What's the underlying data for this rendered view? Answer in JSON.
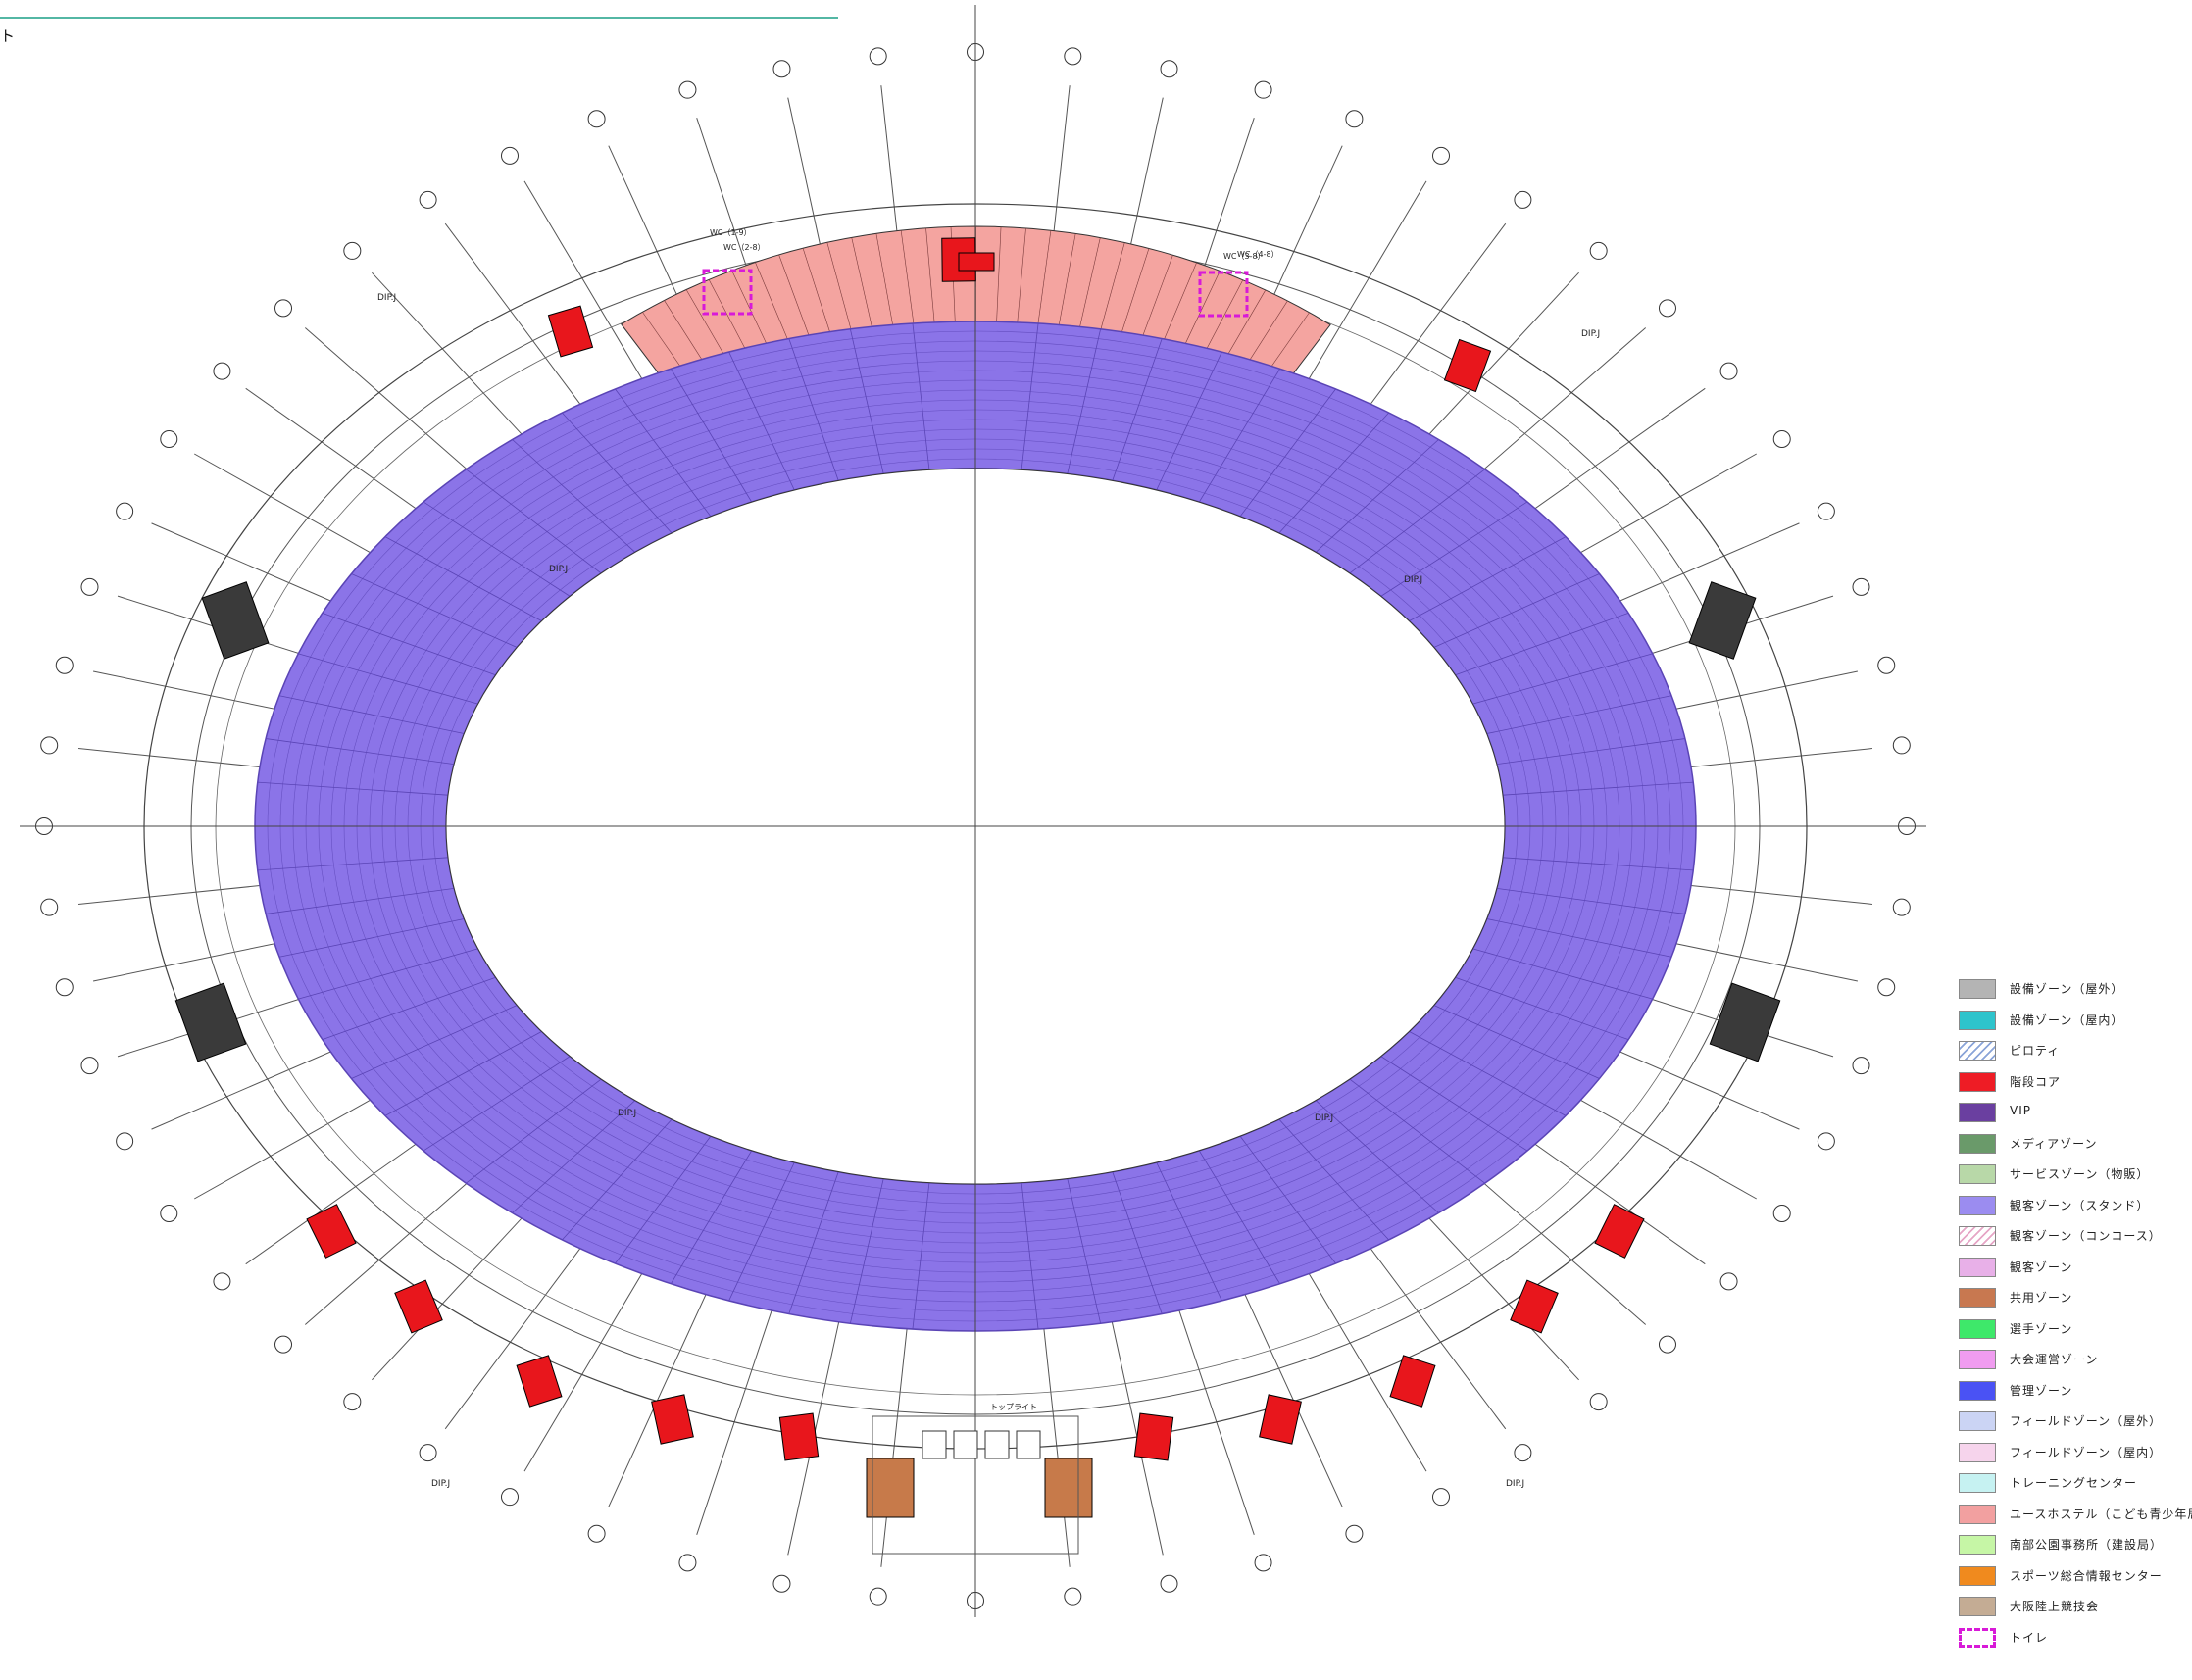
{
  "header": {
    "title_fragment": "ト"
  },
  "plan": {
    "dip_label": "DIP.J",
    "top_labels": [
      "WC（1-9）",
      "WC（2-8）",
      "WC（3-8）",
      "WC（4-8）",
      "トップライト"
    ],
    "colors": {
      "stand": "#8b74e8",
      "stand_line": "#5a44b5",
      "hostel": "#f4a4a0",
      "core": "#e8161c",
      "equipment": "#3a3a3a",
      "common": "#c77a4a",
      "toilet": "#d81ad8",
      "grid": "#555555"
    }
  },
  "legend": {
    "items": [
      {
        "label": "設備ゾーン（屋外）",
        "color": "#b4b4b4",
        "pattern": "solid"
      },
      {
        "label": "設備ゾーン（屋内）",
        "color": "#2ec4cc",
        "pattern": "solid"
      },
      {
        "label": "ピロティ",
        "color": "#8aa4d8",
        "pattern": "hatch-blue"
      },
      {
        "label": "階段コア",
        "color": "#ee1c25",
        "pattern": "solid"
      },
      {
        "label": "VIP",
        "color": "#6a3fa0",
        "pattern": "solid"
      },
      {
        "label": "メディアゾーン",
        "color": "#6a9a6a",
        "pattern": "solid"
      },
      {
        "label": "サービスゾーン（物販）",
        "color": "#b8d8a8",
        "pattern": "solid"
      },
      {
        "label": "観客ゾーン（スタンド）",
        "color": "#9b8cf0",
        "pattern": "solid"
      },
      {
        "label": "観客ゾーン（コンコース）",
        "color": "#e6a6c6",
        "pattern": "hatch-pink"
      },
      {
        "label": "観客ゾーン",
        "color": "#e8b0e8",
        "pattern": "solid"
      },
      {
        "label": "共用ゾーン",
        "color": "#c87850",
        "pattern": "solid"
      },
      {
        "label": "選手ゾーン",
        "color": "#3ee86a",
        "pattern": "solid"
      },
      {
        "label": "大会運営ゾーン",
        "color": "#f09cf0",
        "pattern": "solid"
      },
      {
        "label": "管理ゾーン",
        "color": "#4a52f4",
        "pattern": "solid"
      },
      {
        "label": "フィールドゾーン（屋外）",
        "color": "#cbd4f4",
        "pattern": "solid"
      },
      {
        "label": "フィールドゾーン（屋内）",
        "color": "#f6d4ec",
        "pattern": "solid"
      },
      {
        "label": "トレーニングセンター",
        "color": "#c6f2f2",
        "pattern": "solid"
      },
      {
        "label": "ユースホステル（こども青少年局）",
        "color": "#f2a0a0",
        "pattern": "solid"
      },
      {
        "label": "南部公園事務所（建設局）",
        "color": "#c6f6a6",
        "pattern": "solid"
      },
      {
        "label": "スポーツ総合情報センター",
        "color": "#f08a1e",
        "pattern": "solid"
      },
      {
        "label": "大阪陸上競技会",
        "color": "#c4ac94",
        "pattern": "solid"
      },
      {
        "label": "トイレ",
        "color": "#d81ad8",
        "pattern": "dashed"
      }
    ]
  }
}
